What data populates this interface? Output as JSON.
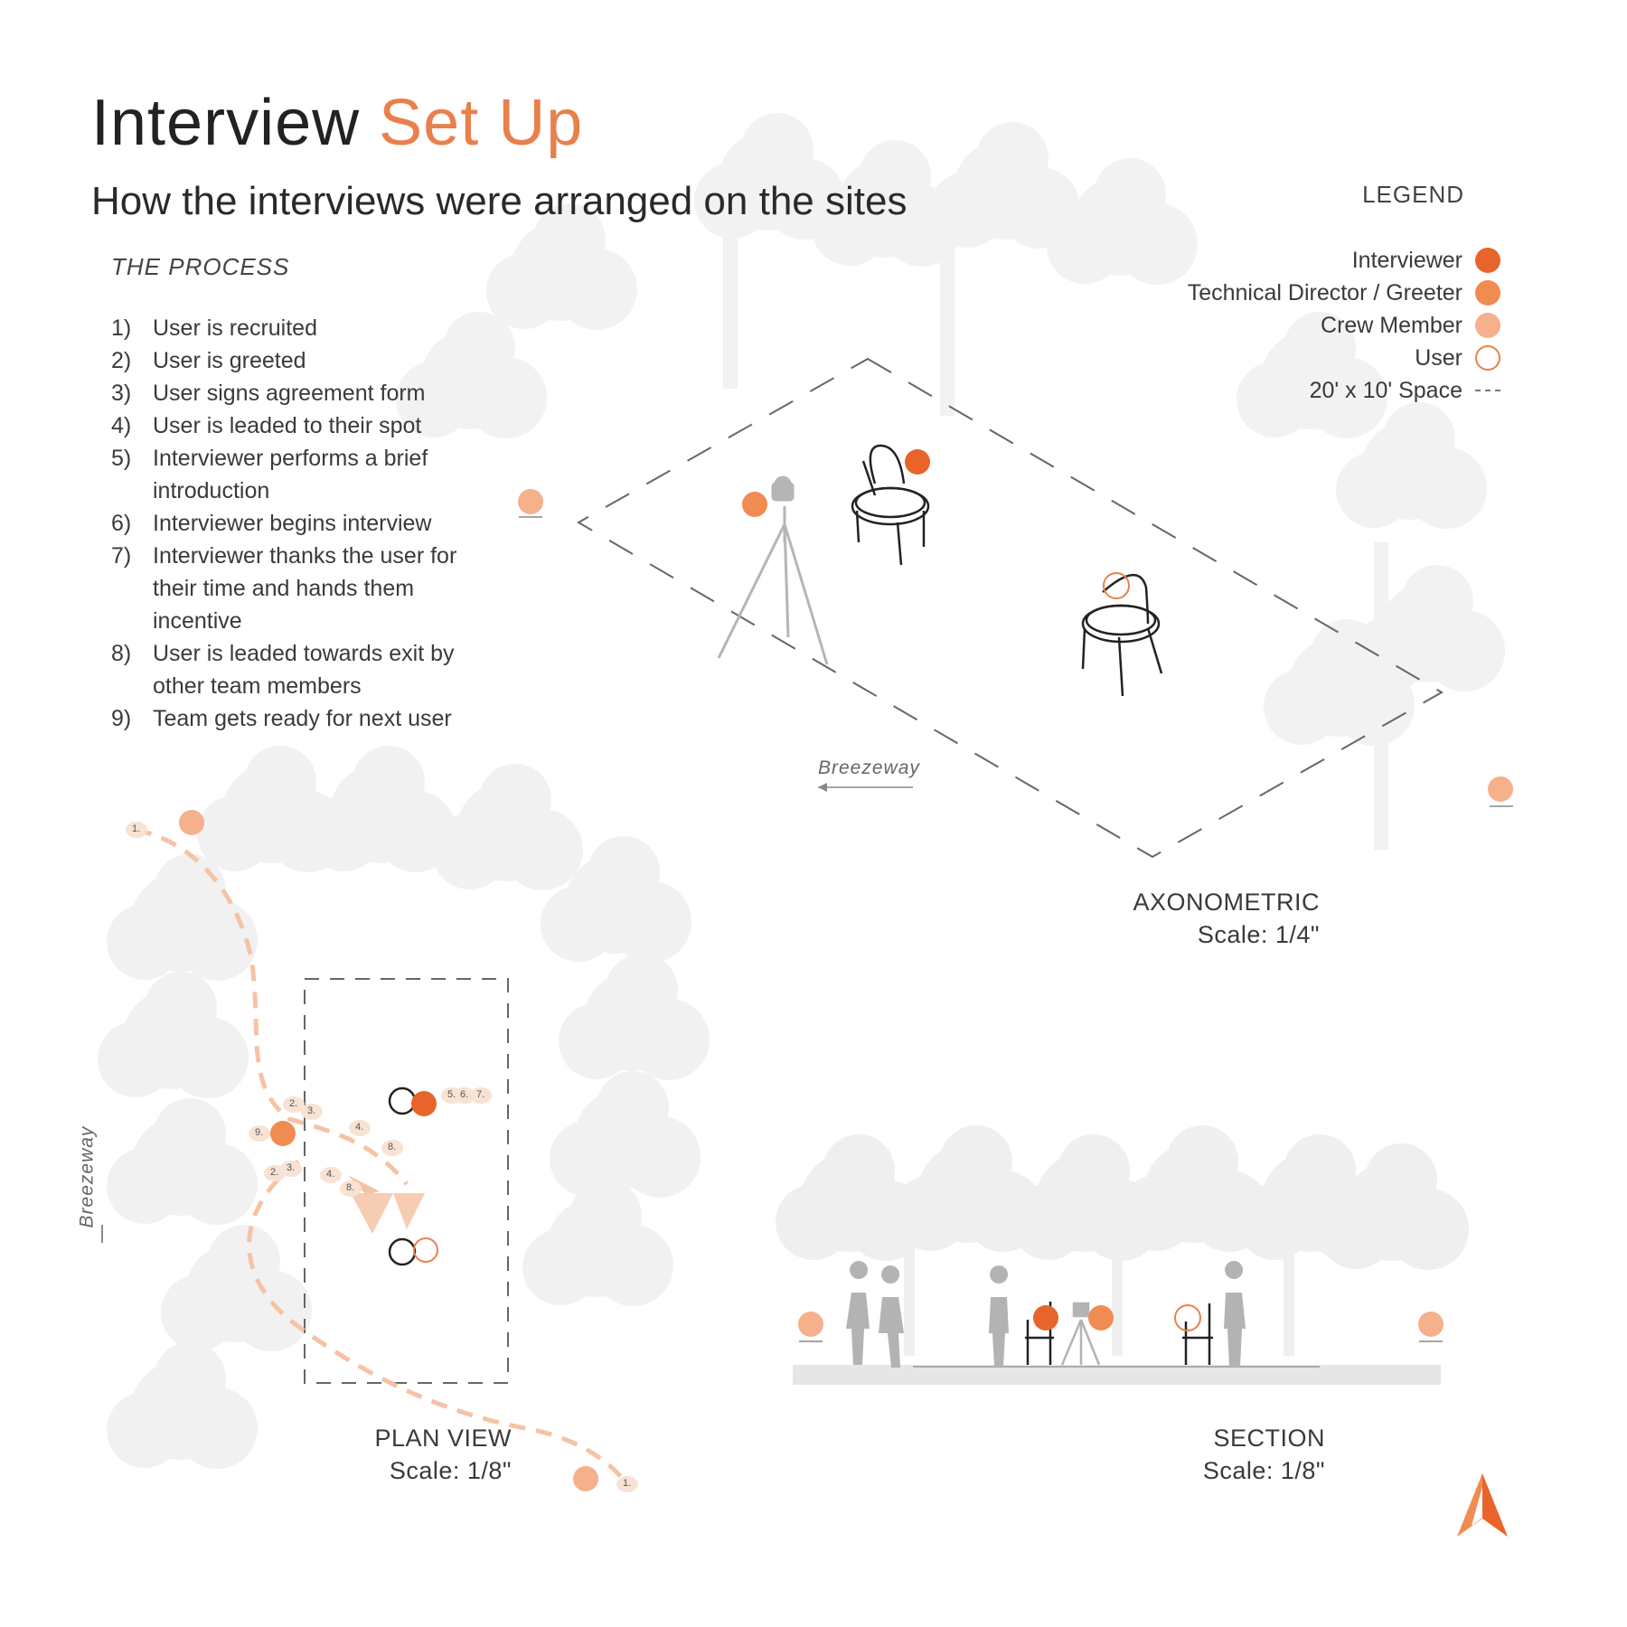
{
  "header": {
    "title_main": "Interview",
    "title_accent": "Set Up",
    "subtitle": "How the interviews were arranged on the sites"
  },
  "process": {
    "heading": "THE PROCESS",
    "steps": [
      {
        "num": "1)",
        "text": "User is recruited"
      },
      {
        "num": "2)",
        "text": "User is greeted"
      },
      {
        "num": "3)",
        "text": "User signs agreement form"
      },
      {
        "num": "4)",
        "text": "User is leaded to their spot"
      },
      {
        "num": "5)",
        "text": "Interviewer performs a brief introduction"
      },
      {
        "num": "6)",
        "text": "Interviewer begins interview"
      },
      {
        "num": "7)",
        "text": "Interviewer thanks the user for their time and hands them incentive"
      },
      {
        "num": "8)",
        "text": "User is leaded towards exit by other team members"
      },
      {
        "num": "9)",
        "text": "Team gets ready for next user"
      }
    ]
  },
  "legend": {
    "heading": "LEGEND",
    "items": [
      {
        "label": "Interviewer",
        "mark": "filled-dot",
        "color": "#e8642a"
      },
      {
        "label": "Technical Director / Greeter",
        "mark": "filled-dot",
        "color": "#f08c52"
      },
      {
        "label": "Crew Member",
        "mark": "filled-dot",
        "color": "#f5b08c"
      },
      {
        "label": "User",
        "mark": "ring",
        "color": "#e9804c"
      },
      {
        "label": "20' x 10' Space",
        "mark": "dashed-line",
        "color": "#777777"
      }
    ]
  },
  "views": {
    "axonometric": {
      "name": "AXONOMETRIC",
      "scale": "Scale: 1/4\"",
      "breezeway": "Breezeway"
    },
    "plan": {
      "name": "PLAN VIEW",
      "scale": "Scale: 1/8\"",
      "breezeway": "Breezeway",
      "tags": [
        "1.",
        "2.",
        "3.",
        "4.",
        "8.",
        "9.",
        "5.",
        "6.",
        "7.",
        "2.",
        "3.",
        "4.",
        "8.",
        "1."
      ]
    },
    "section": {
      "name": "SECTION",
      "scale": "Scale: 1/8\""
    }
  },
  "colors": {
    "accent": "#e9804c",
    "interviewer": "#e8642a",
    "director": "#f08c52",
    "crew": "#f5b08c",
    "tree": "#f0f0f0",
    "figure": "#b3b3b3",
    "path": "#f5c3a4"
  },
  "icons": {
    "logo": "north-arrow-logo"
  }
}
